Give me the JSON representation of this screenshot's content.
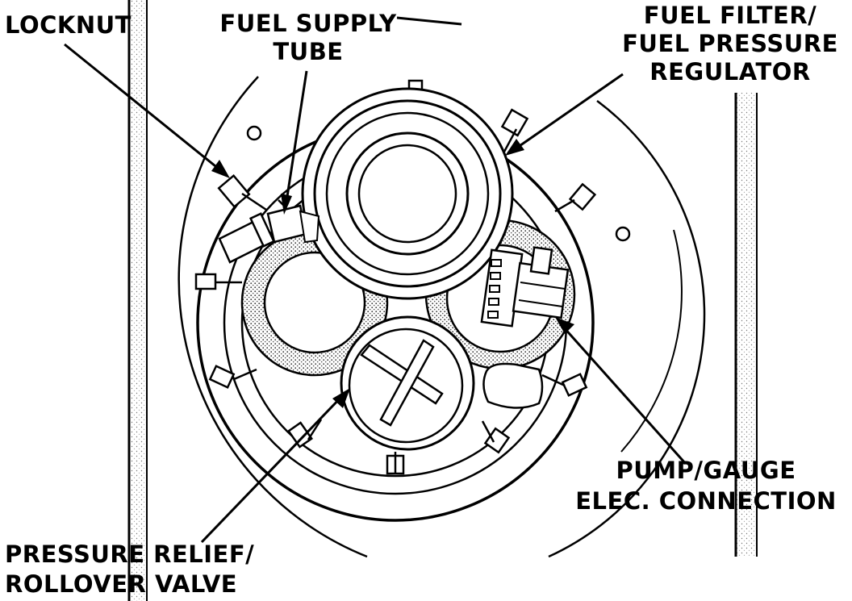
{
  "labels": {
    "locknut": "LOCKNUT",
    "fuel_supply_tube": [
      "FUEL SUPPLY",
      "TUBE"
    ],
    "fuel_filter_regulator": [
      "FUEL FILTER/",
      "FUEL PRESSURE",
      "REGULATOR"
    ],
    "pump_gauge_connection": [
      "PUMP/GAUGE",
      "ELEC. CONNECTION"
    ],
    "pressure_relief_valve": [
      "PRESSURE RELIEF/",
      "ROLLOVER VALVE"
    ]
  },
  "colors": {
    "ink": "#000000",
    "paper": "#ffffff",
    "stipple": "#8a8a8a"
  }
}
